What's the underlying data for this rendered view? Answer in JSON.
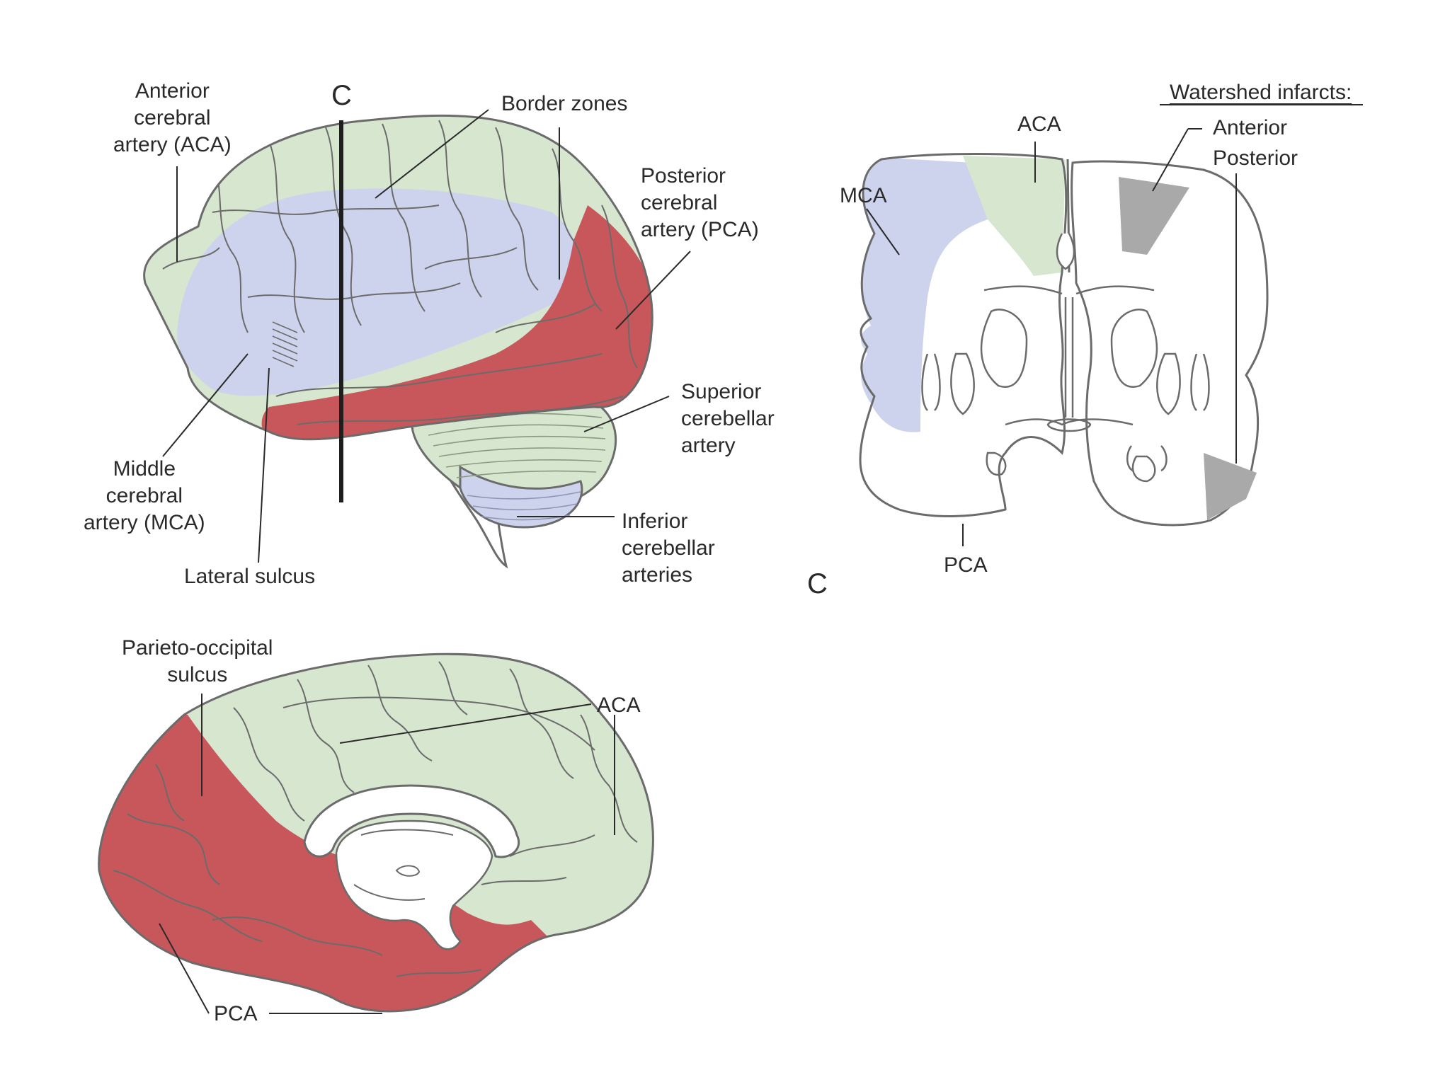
{
  "colors": {
    "aca": "#d6e6cf",
    "mca": "#cdd3ec",
    "pca": "#c8575b",
    "watershed": "#a9a9a9",
    "outline": "#6b6b6b",
    "line": "#2a2a2a"
  },
  "lateral_view": {
    "section_marker": "C",
    "labels": {
      "aca": [
        "Anterior",
        "cerebral",
        "artery (ACA)"
      ],
      "border_zones": "Border zones",
      "pca": [
        "Posterior",
        "cerebral",
        "artery (PCA)"
      ],
      "superior_cerebellar": [
        "Superior",
        "cerebellar",
        "artery"
      ],
      "inferior_cerebellar": [
        "Inferior",
        "cerebellar",
        "arteries"
      ],
      "mca": [
        "Middle",
        "cerebral",
        "artery (MCA)"
      ],
      "lateral_sulcus": "Lateral sulcus"
    },
    "icons": [
      "lateral-brain-icon",
      "cerebellum-icon",
      "brainstem-icon"
    ]
  },
  "coronal_view": {
    "section_label": "C",
    "title": "Watershed infarcts:",
    "labels": {
      "aca": "ACA",
      "mca": "MCA",
      "pca": "PCA",
      "anterior": "Anterior",
      "posterior": "Posterior"
    },
    "icons": [
      "coronal-section-icon"
    ]
  },
  "medial_view": {
    "labels": {
      "parieto_occipital": [
        "Parieto-occipital",
        "sulcus"
      ],
      "aca": "ACA",
      "pca": "PCA"
    },
    "icons": [
      "medial-brain-icon",
      "corpus-callosum-icon"
    ]
  }
}
